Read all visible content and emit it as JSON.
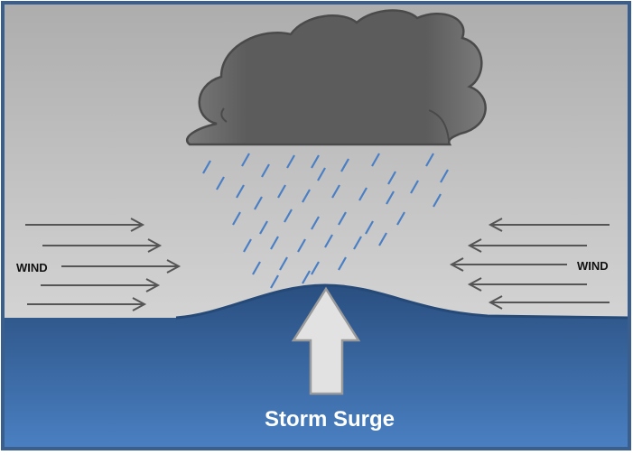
{
  "labels": {
    "wind_left": "WIND",
    "wind_right": "WIND",
    "storm_surge": "Storm Surge"
  },
  "colors": {
    "frame": "#3b5f8c",
    "sky_top": "#adadad",
    "sky_bottom": "#e2e2e2",
    "water_top": "#2c5283",
    "water_bottom": "#4a80c2",
    "cloud": "#626262",
    "rain": "#4a7fc4",
    "arrow": "#555555"
  }
}
